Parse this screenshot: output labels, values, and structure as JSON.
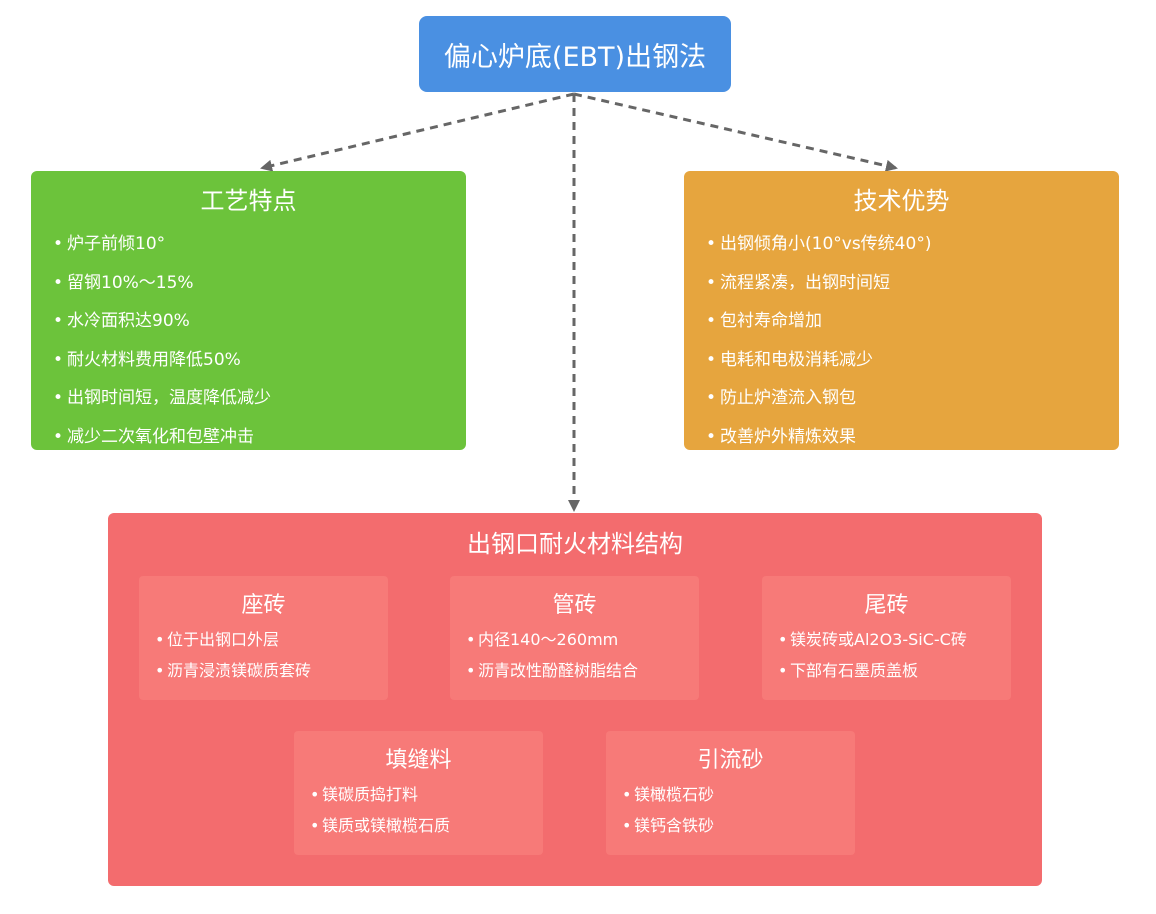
{
  "colors": {
    "root": "#4A90E2",
    "process": "#6CC33B",
    "advantage": "#E6A53E",
    "structure": "#F36C6E",
    "card": "#F77A78",
    "connector": "#666666"
  },
  "root": {
    "title": "偏心炉底(EBT)出钢法"
  },
  "process": {
    "title": "工艺特点",
    "items": [
      "炉子前倾10°",
      "留钢10%～15%",
      "水冷面积达90%",
      "耐火材料费用降低50%",
      "出钢时间短，温度降低减少",
      "减少二次氧化和包壁冲击"
    ]
  },
  "advantages": {
    "title": "技术优势",
    "items": [
      "出钢倾角小(10°vs传统40°)",
      "流程紧凑，出钢时间短",
      "包衬寿命增加",
      "电耗和电极消耗减少",
      "防止炉渣流入钢包",
      "改善炉外精炼效果"
    ]
  },
  "structure": {
    "title": "出钢口耐火材料结构",
    "cards": [
      {
        "title": "座砖",
        "items": [
          "位于出钢口外层",
          "沥青浸渍镁碳质套砖"
        ]
      },
      {
        "title": "管砖",
        "items": [
          "内径140～260mm",
          "沥青改性酚醛树脂结合"
        ]
      },
      {
        "title": "尾砖",
        "items": [
          "镁炭砖或Al2O3-SiC-C砖",
          "下部有石墨质盖板"
        ]
      },
      {
        "title": "填缝料",
        "items": [
          "镁碳质捣打料",
          "镁质或镁橄榄石质"
        ]
      },
      {
        "title": "引流砂",
        "items": [
          "镁橄榄石砂",
          "镁钙含铁砂"
        ]
      }
    ]
  }
}
